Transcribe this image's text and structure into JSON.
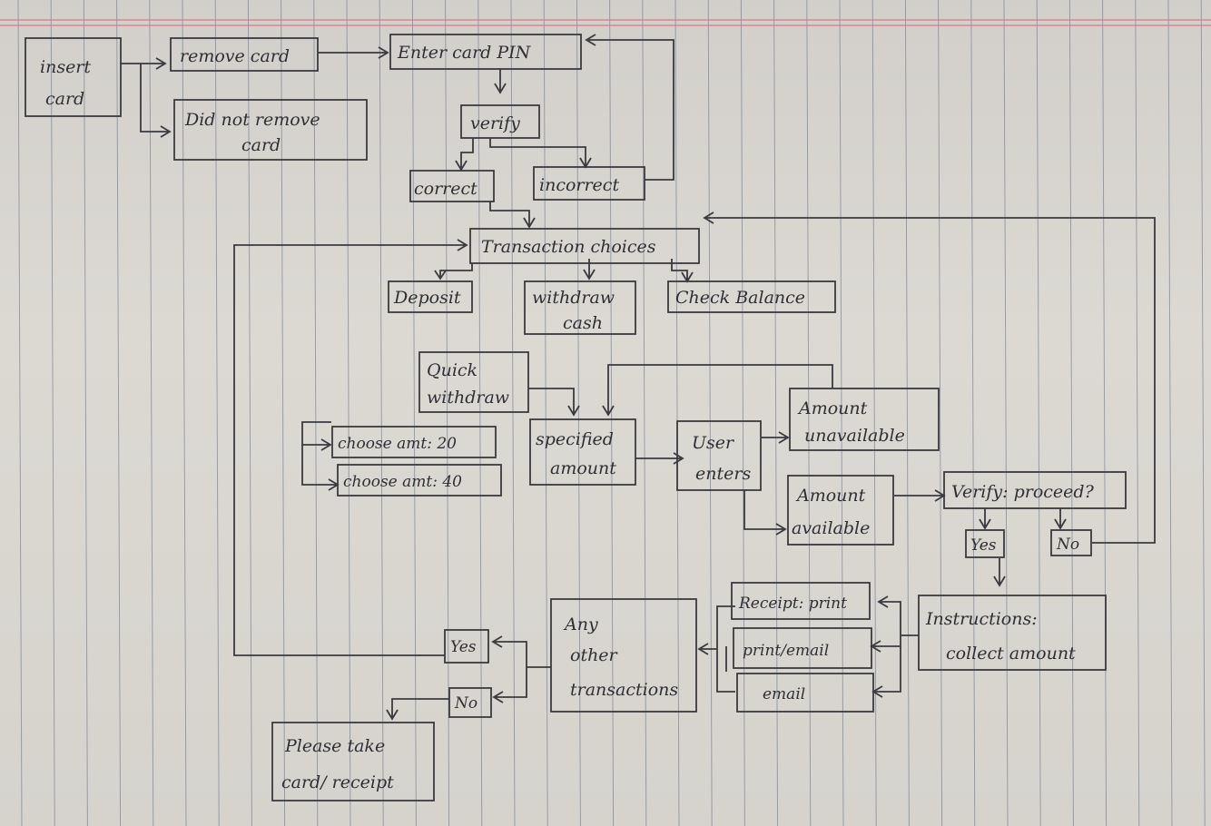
{
  "boxes": {
    "insert_card": [
      "insert",
      "card"
    ],
    "remove_card": "remove card",
    "did_not_remove": [
      "Did not remove",
      "card"
    ],
    "enter_pin": "Enter card PIN",
    "verify": "verify",
    "correct": "correct",
    "incorrect": "incorrect",
    "transaction_choices": "Transaction choices",
    "deposit": "Deposit",
    "withdraw_cash": [
      "withdraw",
      "cash"
    ],
    "check_balance": "Check Balance",
    "quick_withdraw": [
      "Quick",
      "withdraw"
    ],
    "choose_20": "choose amt: 20",
    "choose_40": "choose amt: 40",
    "specified_amount": [
      "specified",
      "amount"
    ],
    "user_enters": [
      "User",
      "enters"
    ],
    "amount_unavailable": [
      "Amount",
      "unavailable"
    ],
    "amount_available": [
      "Amount",
      "available"
    ],
    "verify_proceed": "Verify: proceed?",
    "yes_proceed": "Yes",
    "no_proceed": "No",
    "instructions": [
      "Instructions:",
      "collect amount"
    ],
    "receipt_print": "Receipt: print",
    "print_email": "print/email",
    "email": "email",
    "any_other": [
      "Any",
      "other",
      "transactions"
    ],
    "yes_other": "Yes",
    "no_other": "No",
    "please_take": [
      "Please take",
      "card/ receipt"
    ]
  },
  "colors": {
    "ink": "#3a3a40",
    "paper": "#d9d6d0",
    "rule": "#5e6f8c",
    "margin": "#d77a86"
  }
}
